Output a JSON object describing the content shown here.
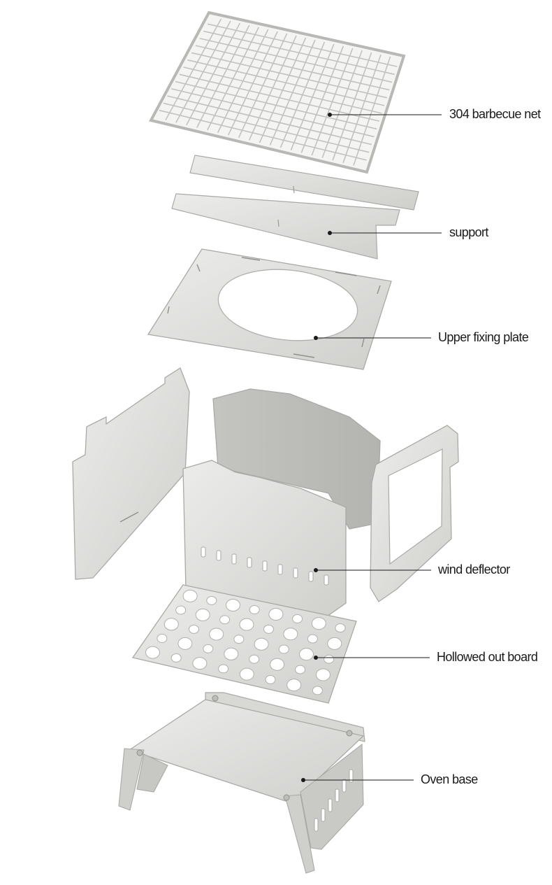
{
  "parts": [
    {
      "id": "barbecue-net",
      "label": "304 barbecue net"
    },
    {
      "id": "support",
      "label": "support"
    },
    {
      "id": "upper-fixing-plate",
      "label": "Upper fixing plate"
    },
    {
      "id": "wind-deflector",
      "label": "wind deflector"
    },
    {
      "id": "hollowed-out-board",
      "label": "Hollowed out board"
    },
    {
      "id": "oven-base",
      "label": "Oven base"
    }
  ],
  "colors": {
    "metal_light": "#e2e2e0",
    "metal_mid": "#cfcfcc",
    "metal_edge": "#a9a9a6",
    "shadow": "#8f8f8c",
    "leader": "#1a1a1a"
  }
}
